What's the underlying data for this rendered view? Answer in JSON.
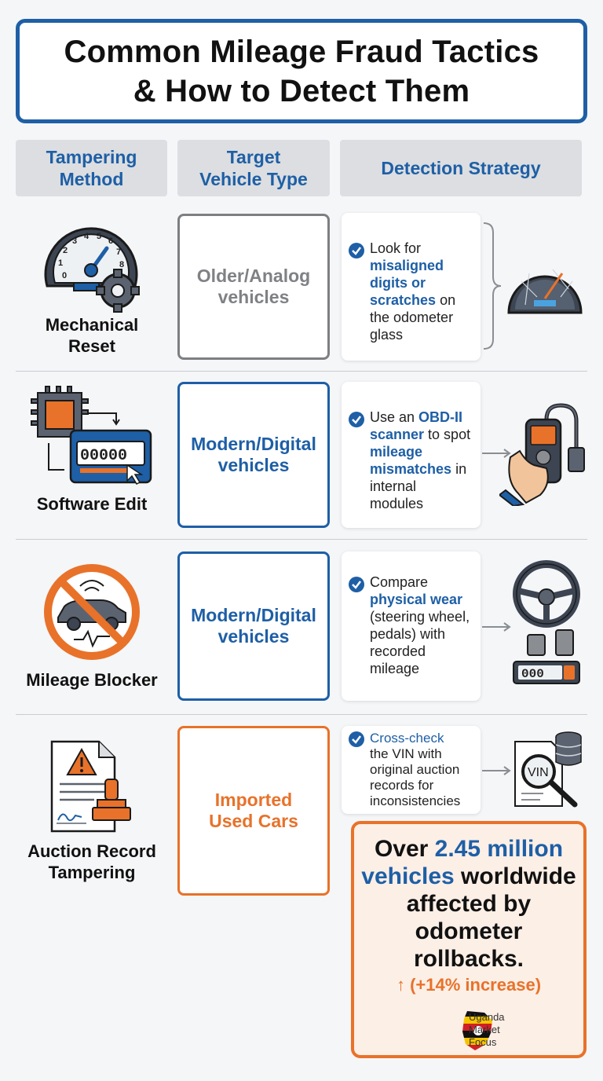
{
  "title": {
    "line1": "Common Mileage Fraud Tactics",
    "line2": "& How to Detect Them"
  },
  "columns": {
    "method": [
      "Tampering",
      "Method"
    ],
    "target": [
      "Target",
      "Vehicle Type"
    ],
    "detection": "Detection Strategy"
  },
  "rows": [
    {
      "method_label": [
        "Mechanical",
        "Reset"
      ],
      "method_icon": "odometer-gear-icon",
      "target": [
        "Older/Analog",
        "vehicles"
      ],
      "detection": {
        "lines": [
          "Look for",
          "misaligned",
          "digits or",
          "scratches on",
          "the odometer",
          "glass"
        ]
      },
      "side_icon": "scratched-odometer-icon"
    },
    {
      "method_label": [
        "Software Edit"
      ],
      "method_icon": "chip-odometer-icon",
      "odometer_digits": "00000",
      "target": [
        "Modern/Digital",
        "vehicles"
      ],
      "detection": {
        "lines": [
          "Use an OBD-II",
          "scanner to spot",
          "mileage",
          "mismatches in",
          "internal",
          "modules"
        ]
      },
      "side_icon": "obd-scanner-icon"
    },
    {
      "method_label": [
        "Mileage Blocker"
      ],
      "method_icon": "blocked-car-icon",
      "target": [
        "Modern/Digital",
        "vehicles"
      ],
      "detection": {
        "lines": [
          "Compare",
          "physical wear",
          "(steering wheel,",
          "pedals) with",
          "recorded",
          "mileage"
        ]
      },
      "side_icon": "steering-pedals-icon",
      "side_digits": "000"
    },
    {
      "method_label": [
        "Auction Record",
        "Tampering"
      ],
      "method_icon": "document-stamp-icon",
      "target": [
        "Imported",
        "Used Cars"
      ],
      "detection": {
        "lines": [
          "Cross-check",
          "the VIN with",
          "original auction",
          "records for",
          "inconsistencies"
        ]
      },
      "side_icon": "vin-document-icon",
      "side_text": "VIN"
    }
  ],
  "stat": {
    "pre": "Over ",
    "number": "2.45 million",
    "line2_blue": "vehicles",
    "line2_rest": " worldwide",
    "line3": "affected by",
    "line4": "odometer",
    "line5": "rollbacks.",
    "increase": "↑ (+14% increase)"
  },
  "brand": {
    "line1": "Uganda",
    "line2": "Market",
    "line3": "Focus"
  },
  "colors": {
    "blue": "#1e5fa6",
    "orange": "#e8722a",
    "gray": "#7d7f83"
  }
}
